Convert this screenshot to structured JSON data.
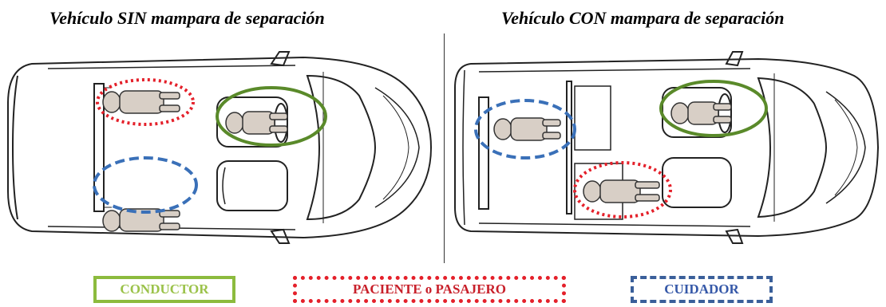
{
  "titles": {
    "left": "Vehículo SIN mampara de separación",
    "right": "Vehículo CON mampara de separación"
  },
  "legend": {
    "driver": "CONDUCTOR",
    "patient": "PACIENTE o PASAJERO",
    "carer": "CUIDADOR"
  },
  "colors": {
    "driver": "#5a8a2a",
    "patient": "#e4202a",
    "carer": "#3a70b8"
  }
}
